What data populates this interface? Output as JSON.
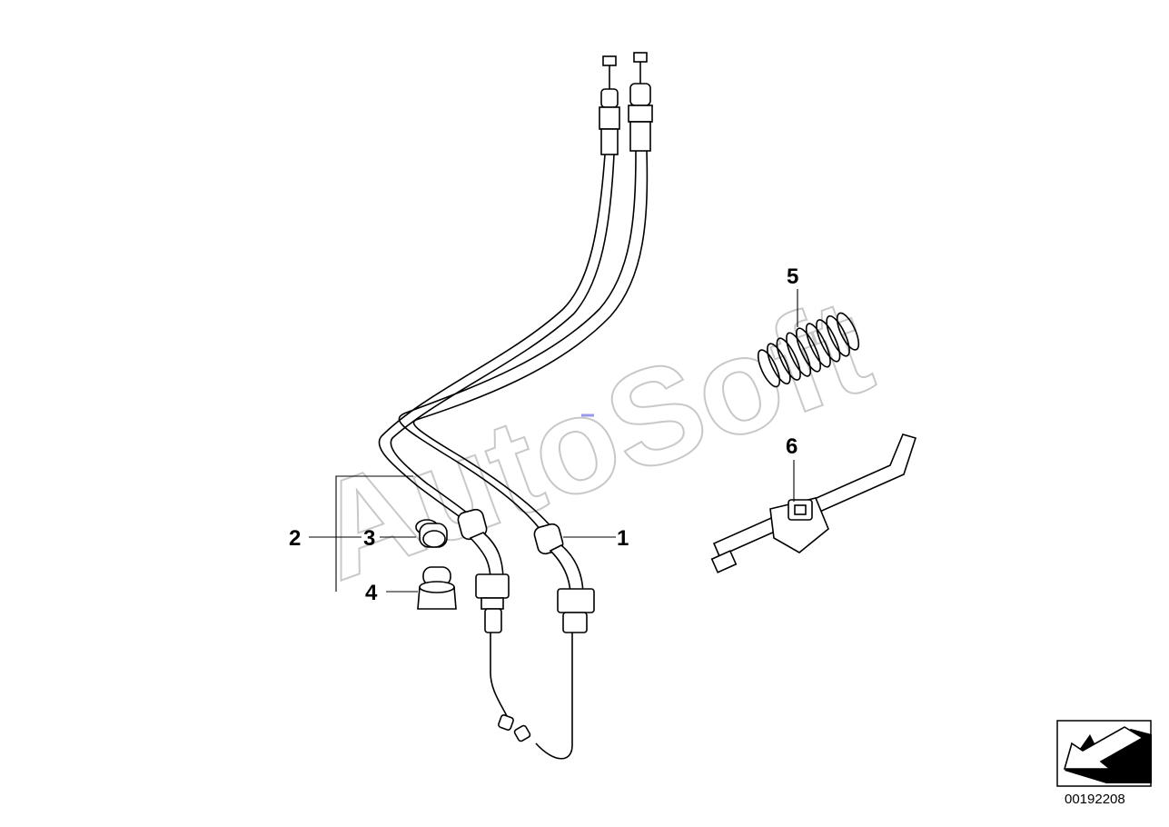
{
  "diagram": {
    "callouts": {
      "c1": "1",
      "c2": "2",
      "c3": "3",
      "c4": "4",
      "c5": "5",
      "c6": "6"
    },
    "watermark": "AutoSoft",
    "part_number": "00192208",
    "nav_icon": "arrow-down-left-icon",
    "colors": {
      "line": "#000000",
      "watermark": "#c8c8c8",
      "accent": "#9999ee"
    }
  }
}
